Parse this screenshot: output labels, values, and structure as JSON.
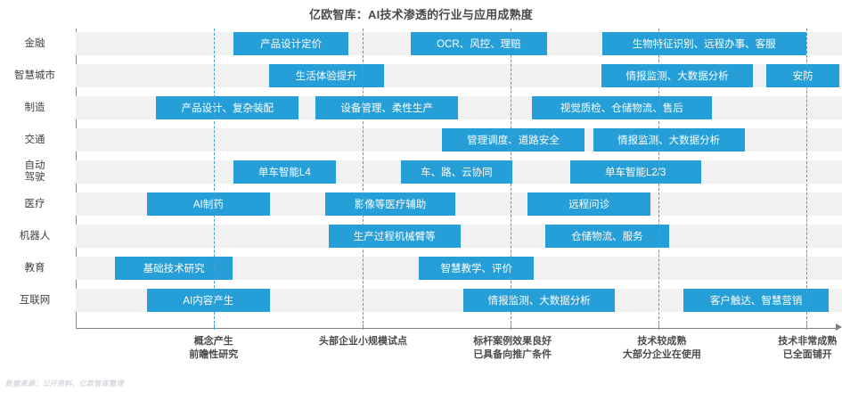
{
  "chart_data": {
    "type": "table",
    "title": "亿欧智库：AI技术渗透的行业与应用成熟度",
    "xlabel": "",
    "ylabel": "",
    "grid": true,
    "legend": "none",
    "source_note": "数据来源：公开资料、亿欧智库整理",
    "accent_color": "#269fd8",
    "row_band_color": "#f1f1f1",
    "gridline_color": "#3f9fd4",
    "x_stages": [
      {
        "index": 0,
        "lines": [
          "概念产生",
          "前瞻性研究"
        ],
        "center_pct": 18
      },
      {
        "index": 1,
        "lines": [
          "头部企业小规模试点"
        ],
        "center_pct": 37.5
      },
      {
        "index": 2,
        "lines": [
          "标杆案例效果良好",
          "已具备向推广条件"
        ],
        "center_pct": 57
      },
      {
        "index": 3,
        "lines": [
          "技术较成熟",
          "大部分企业在使用"
        ],
        "center_pct": 76.5
      },
      {
        "index": 4,
        "lines": [
          "技术非常成熟",
          "已全面铺开"
        ],
        "center_pct": 95.5
      }
    ],
    "gridline_positions_pct": [
      18.0,
      37.4,
      56.7,
      76.0,
      95.4
    ],
    "categories": [
      "金融",
      "智慧城市",
      "制造",
      "交通",
      "自动驾驶",
      "医疗",
      "机器人",
      "教育",
      "互联网"
    ],
    "rows": [
      {
        "label": "金融",
        "label_lines": [
          "金融"
        ],
        "items": [
          {
            "text": "产品设计定价",
            "start_pct": 20.6,
            "width_pct": 15.0
          },
          {
            "text": "OCR、风控、理赔",
            "start_pct": 43.7,
            "width_pct": 17.8
          },
          {
            "text": "生物特征识别、远程办事、客服",
            "start_pct": 68.7,
            "width_pct": 26.6
          }
        ]
      },
      {
        "label": "智慧城市",
        "label_lines": [
          "智慧城市"
        ],
        "items": [
          {
            "text": "生活体验提升",
            "start_pct": 25.2,
            "width_pct": 15.0
          },
          {
            "text": "情报监测、大数据分析",
            "start_pct": 68.6,
            "width_pct": 19.8
          },
          {
            "text": "安防",
            "start_pct": 90.1,
            "width_pct": 9.6
          }
        ]
      },
      {
        "label": "制造",
        "label_lines": [
          "制造"
        ],
        "items": [
          {
            "text": "产品设计、复杂装配",
            "start_pct": 10.5,
            "width_pct": 18.6
          },
          {
            "text": "设备管理、柔性生产",
            "start_pct": 31.3,
            "width_pct": 18.6
          },
          {
            "text": "视觉质检、仓储物流、售后",
            "start_pct": 59.5,
            "width_pct": 23.5
          }
        ]
      },
      {
        "label": "交通",
        "label_lines": [
          "交通"
        ],
        "items": [
          {
            "text": "管理调度、道路安全",
            "start_pct": 47.8,
            "width_pct": 18.6
          },
          {
            "text": "情报监测、大数据分析",
            "start_pct": 67.5,
            "width_pct": 19.8
          }
        ]
      },
      {
        "label": "自动驾驶",
        "label_lines": [
          "自动",
          "驾驶"
        ],
        "items": [
          {
            "text": "单车智能L4",
            "start_pct": 20.6,
            "width_pct": 13.3
          },
          {
            "text": "车、路、云协同",
            "start_pct": 42.4,
            "width_pct": 14.6
          },
          {
            "text": "单车智能L2/3",
            "start_pct": 64.5,
            "width_pct": 17.1
          }
        ]
      },
      {
        "label": "医疗",
        "label_lines": [
          "医疗"
        ],
        "items": [
          {
            "text": "AI制药",
            "start_pct": 9.3,
            "width_pct": 16.0
          },
          {
            "text": "影像等医疗辅助",
            "start_pct": 32.6,
            "width_pct": 16.9
          },
          {
            "text": "远程问诊",
            "start_pct": 59.0,
            "width_pct": 16.0
          }
        ]
      },
      {
        "label": "机器人",
        "label_lines": [
          "机器人"
        ],
        "items": [
          {
            "text": "生产过程机械臂等",
            "start_pct": 33.0,
            "width_pct": 17.2
          },
          {
            "text": "仓储物流、服务",
            "start_pct": 61.3,
            "width_pct": 16.1
          }
        ]
      },
      {
        "label": "教育",
        "label_lines": [
          "教育"
        ],
        "items": [
          {
            "text": "基础技术研究",
            "start_pct": 5.1,
            "width_pct": 15.4
          },
          {
            "text": "智慧教学、评价",
            "start_pct": 44.8,
            "width_pct": 15.0
          }
        ]
      },
      {
        "label": "互联网",
        "label_lines": [
          "互联网"
        ],
        "items": [
          {
            "text": "AI内容产生",
            "start_pct": 9.3,
            "width_pct": 16.0
          },
          {
            "text": "情报监测、大数据分析",
            "start_pct": 50.6,
            "width_pct": 19.8
          },
          {
            "text": "客户触达、智慧营销",
            "start_pct": 79.3,
            "width_pct": 19.0
          }
        ]
      }
    ]
  }
}
